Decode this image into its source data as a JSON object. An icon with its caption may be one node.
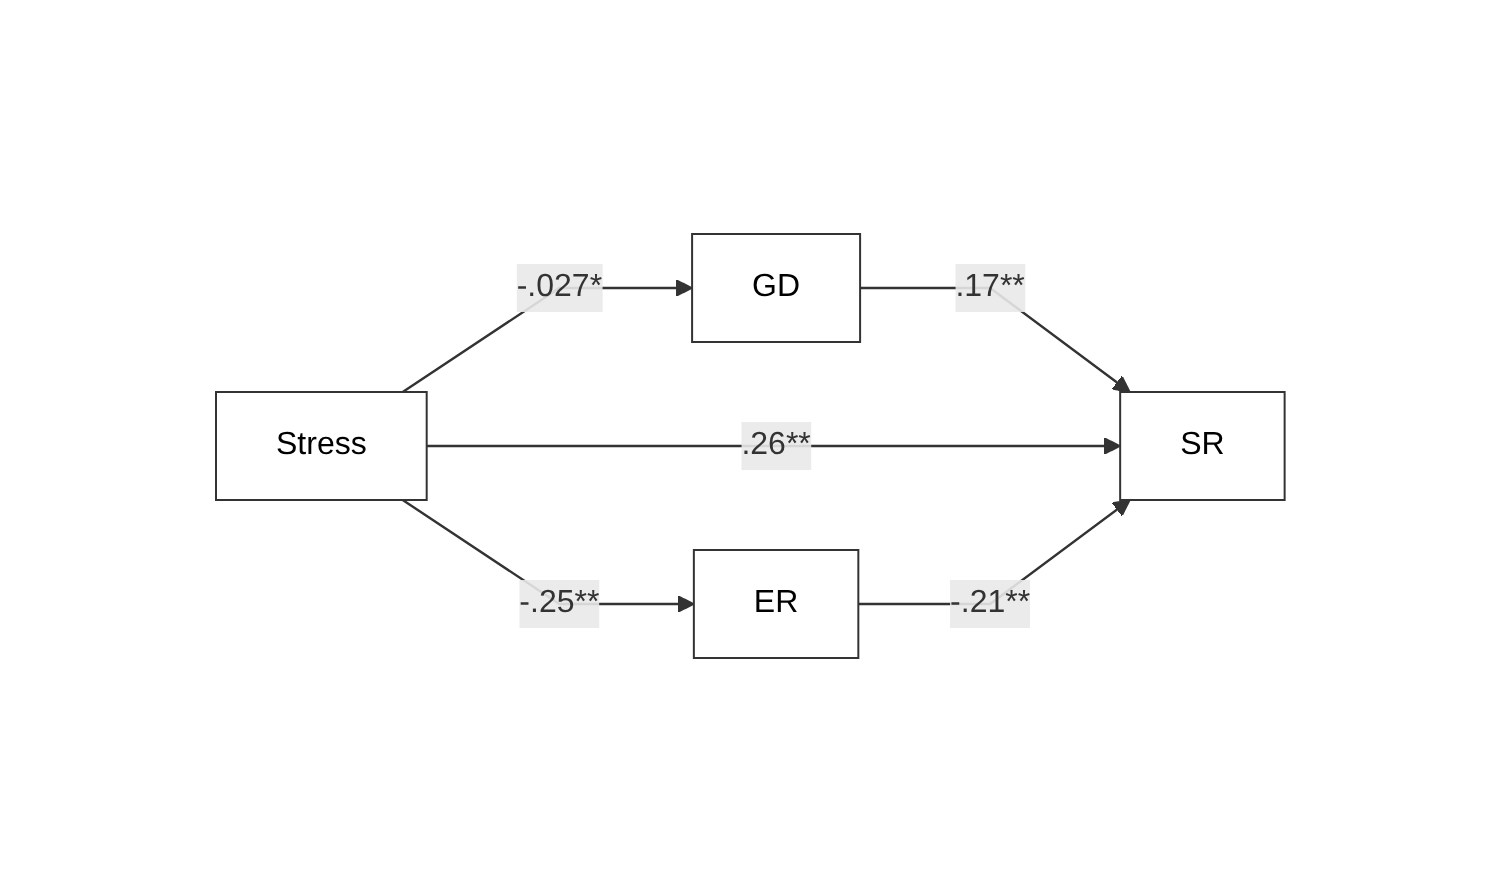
{
  "diagram": {
    "nodes": [
      {
        "text": [
          "Stress"
        ]
      },
      {
        "text": [
          "GD"
        ]
      },
      {
        "text": [
          "SR"
        ]
      },
      {
        "text": [
          "ER"
        ]
      }
    ],
    "edges": [
      {
        "from": 0,
        "to": 1,
        "arrow": "to",
        "label": "-.027*"
      },
      {
        "from": 1,
        "to": 2,
        "arrow": "to",
        "label": ".17**"
      },
      {
        "from": 0,
        "to": 2,
        "arrow": "to",
        "label": ".26**"
      },
      {
        "from": 0,
        "to": 3,
        "arrow": "to",
        "label": "-.25**"
      },
      {
        "from": 3,
        "to": 2,
        "arrow": "to",
        "label": "-.21**"
      }
    ]
  }
}
